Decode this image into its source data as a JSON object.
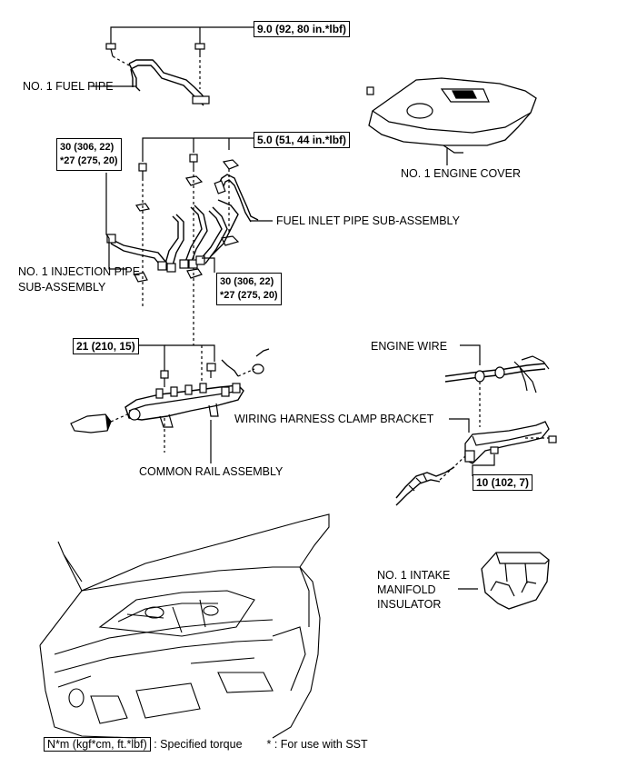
{
  "labels": {
    "fuel_pipe": "NO. 1 FUEL PIPE",
    "engine_cover": "NO. 1 ENGINE COVER",
    "fuel_inlet_pipe": "FUEL INLET PIPE SUB-ASSEMBLY",
    "injection_pipe_line1": "NO. 1 INJECTION PIPE",
    "injection_pipe_line2": "SUB-ASSEMBLY",
    "engine_wire": "ENGINE WIRE",
    "clamp_bracket": "WIRING HARNESS CLAMP BRACKET",
    "common_rail": "COMMON RAIL ASSEMBLY",
    "insulator_line1": "NO. 1 INTAKE",
    "insulator_line2": "MANIFOLD",
    "insulator_line3": "INSULATOR"
  },
  "torques": {
    "fuel_pipe_bolts": "9.0 (92, 80 in.*lbf)",
    "inlet_clamps": "5.0 (51, 44 in.*lbf)",
    "injection_left_line1": "30 (306, 22)",
    "injection_left_line2": "*27 (275, 20)",
    "injection_right_line1": "30 (306, 22)",
    "injection_right_line2": "*27 (275, 20)",
    "common_rail_bolts": "21 (210, 15)",
    "bracket_bolts": "10 (102, 7)"
  },
  "legend": {
    "torque_unit": "N*m (kgf*cm, ft.*lbf)",
    "torque_desc": ": Specified torque",
    "sst_note": "* : For use with SST"
  }
}
